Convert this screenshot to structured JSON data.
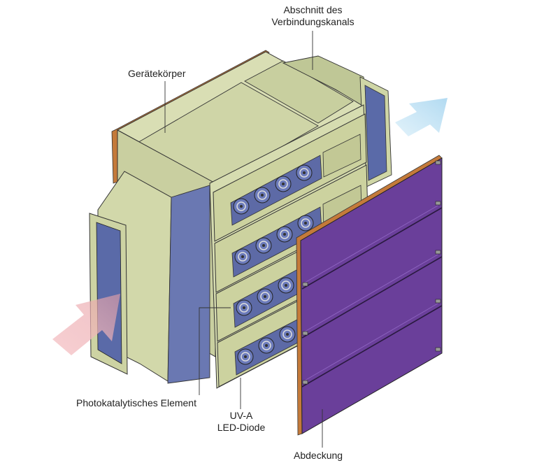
{
  "labels": {
    "channel_section_line1": "Abschnitt des",
    "channel_section_line2": "Verbindungskanals",
    "device_body": "Gerätekörper",
    "photocatalytic_element": "Photokatalytisches Element",
    "uva_line1": "UV-A",
    "uva_line2": "LED-Diode",
    "cover": "Abdeckung"
  },
  "colors": {
    "housing": "#d6dcb0",
    "housing_dark": "#b9c094",
    "duct_blue": "#5a6aa8",
    "duct_light": "#aeb8e4",
    "cover_purple": "#6a3f9a",
    "cover_edge": "#c47a3a",
    "arrow_in": "#f2b4b8",
    "arrow_out": "#bfe0f4"
  },
  "icons": {
    "inflow_arrow": "arrow-inflow-icon",
    "outflow_arrow": "arrow-outflow-icon",
    "fan": "fan-icon"
  }
}
